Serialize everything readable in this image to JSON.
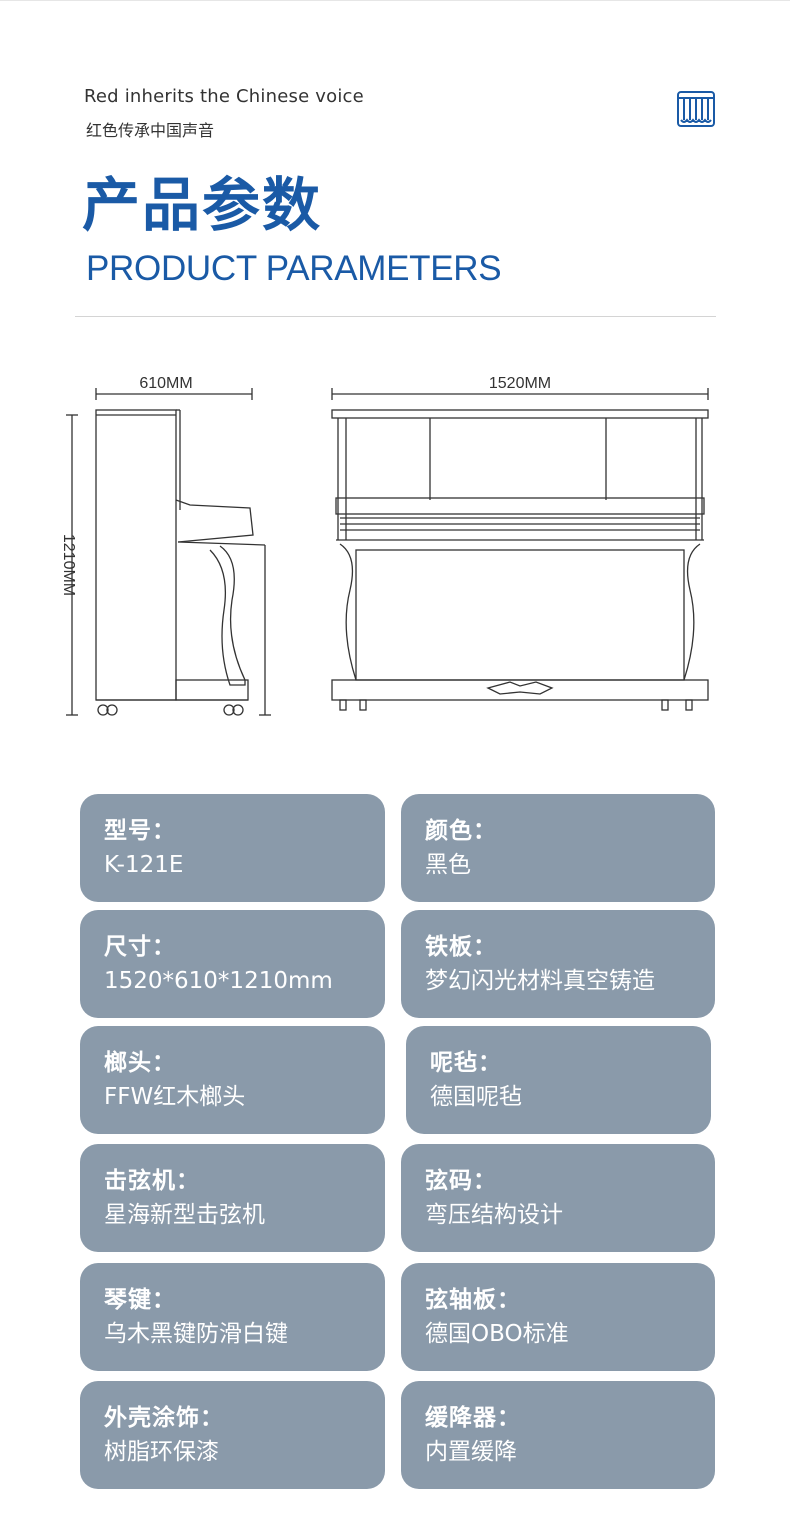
{
  "tagline": {
    "en": "Red inherits the Chinese voice",
    "zh": "红色传承中国声音"
  },
  "title": {
    "zh": "产品参数",
    "en": "PRODUCT PARAMETERS"
  },
  "colors": {
    "brand_blue": "#1a5aa6",
    "card_bg": "#8a9aaa",
    "card_text": "#ffffff"
  },
  "logo_icon": "piano-keys-icon",
  "diagram": {
    "depth_label": "610MM",
    "width_label": "1520MM",
    "height_label": "1210MM"
  },
  "params": [
    {
      "label": "型号：",
      "value": "K-121E"
    },
    {
      "label": "颜色：",
      "value": "黑色"
    },
    {
      "label": "尺寸：",
      "value": "1520*610*1210mm"
    },
    {
      "label": "铁板：",
      "value": "梦幻闪光材料真空铸造"
    },
    {
      "label": "榔头：",
      "value": "FFW红木榔头"
    },
    {
      "label": "呢毡：",
      "value": "德国呢毡"
    },
    {
      "label": "击弦机：",
      "value": "星海新型击弦机"
    },
    {
      "label": "弦码：",
      "value": "弯压结构设计"
    },
    {
      "label": "琴键：",
      "value": "乌木黑键防滑白键"
    },
    {
      "label": "弦轴板：",
      "value": "德国OBO标准"
    },
    {
      "label": "外壳涂饰：",
      "value": "树脂环保漆"
    },
    {
      "label": "缓降器：",
      "value": "内置缓降"
    }
  ]
}
